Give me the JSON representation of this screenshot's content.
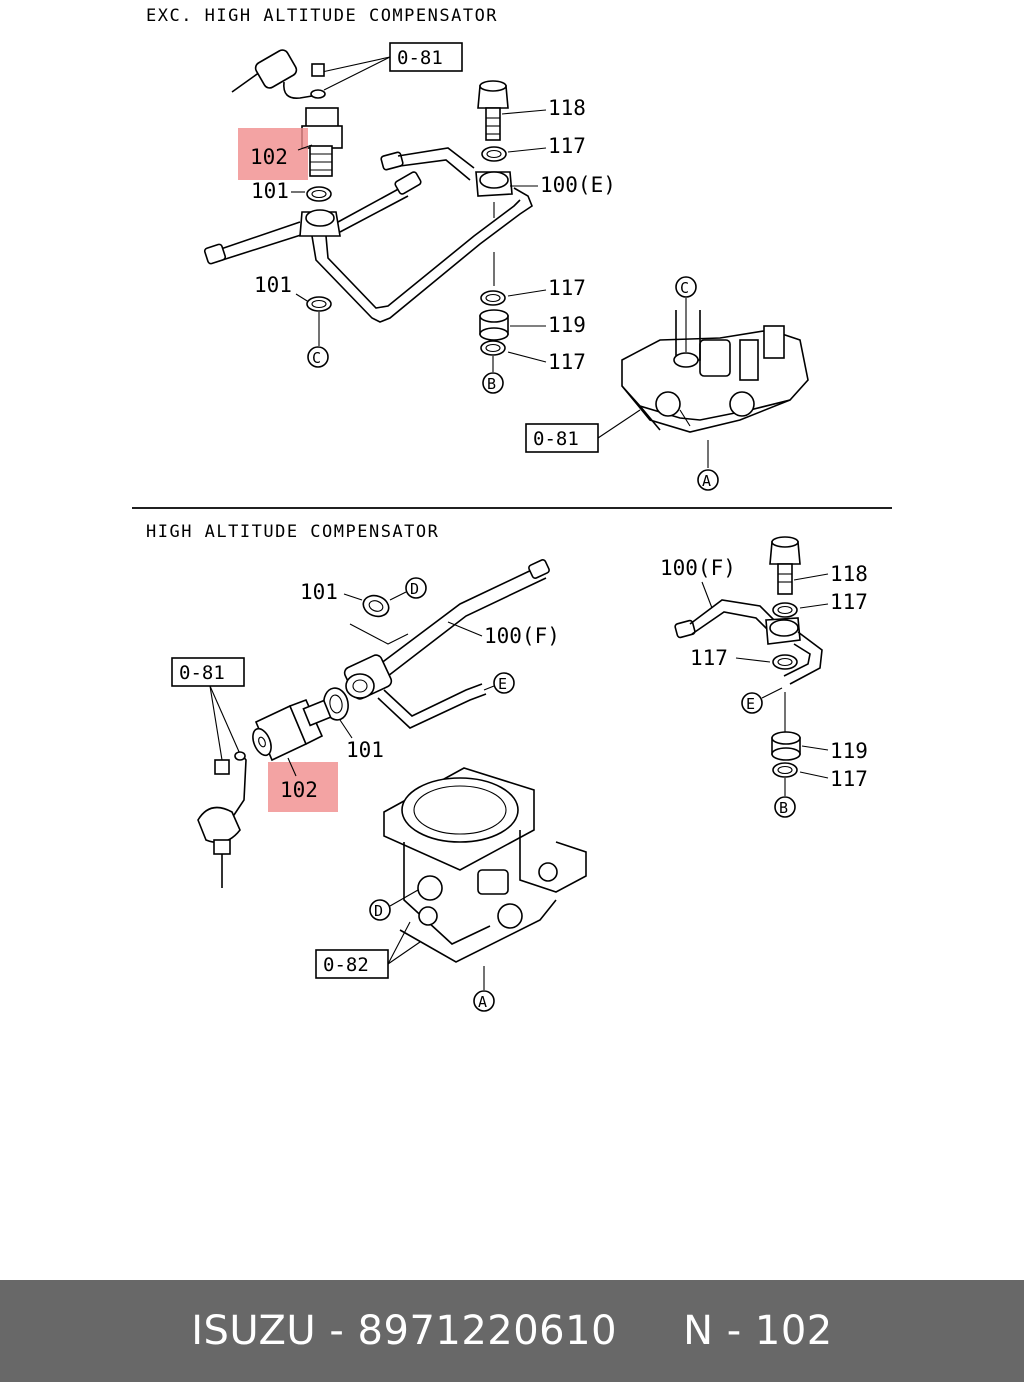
{
  "top_section": {
    "title": "EXC. HIGH ALTITUDE COMPENSATOR",
    "ref_box_upper": "0-81",
    "ref_box_lower": "0-81",
    "labels": {
      "p118": "118",
      "p117_a": "117",
      "p100e": "100(E)",
      "p102": "102",
      "p101_a": "101",
      "p101_b": "101",
      "p117_b": "117",
      "p119": "119",
      "p117_c": "117"
    },
    "circles": {
      "c_left": "C",
      "c_right": "C",
      "b": "B",
      "a": "A"
    }
  },
  "bottom_section": {
    "title": "HIGH ALTITUDE COMPENSATOR",
    "ref_box_081": "0-81",
    "ref_box_082": "0-82",
    "labels": {
      "p101_top": "101",
      "p100f_mid": "100(F)",
      "p101_low": "101",
      "p102": "102",
      "p100f_right": "100(F)",
      "p118": "118",
      "p117_a": "117",
      "p117_b": "117",
      "p119": "119",
      "p117_c": "117"
    },
    "circles": {
      "d_top": "D",
      "e_mid": "E",
      "e_right": "E",
      "b": "B",
      "d_low": "D",
      "a": "A"
    }
  },
  "highlight_color": "#f08c8c",
  "footer": {
    "text": "ISUZU - 8971220610     N - 102"
  }
}
